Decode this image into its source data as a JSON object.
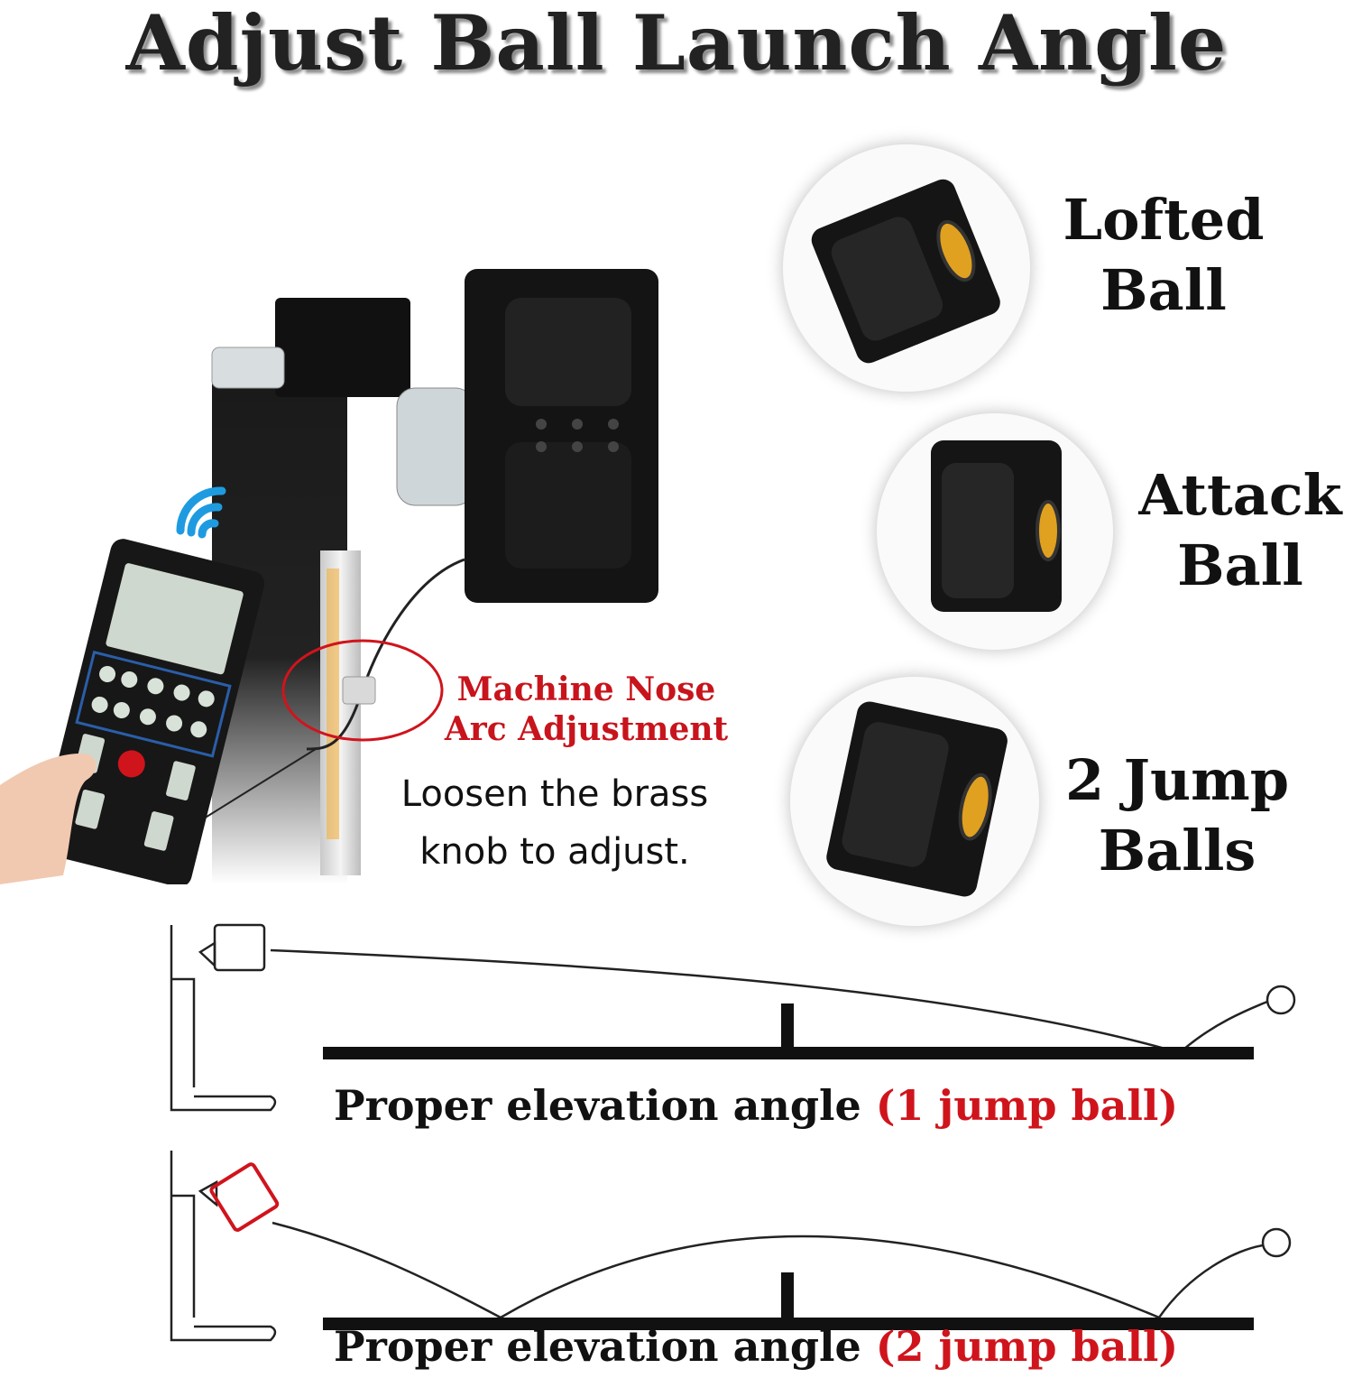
{
  "title": "Adjust Ball Launch Angle",
  "modes": [
    {
      "line1": "Lofted",
      "line2": "Ball"
    },
    {
      "line1": "Attack",
      "line2": "Ball"
    },
    {
      "line1": "2 Jump",
      "line2": "Balls"
    }
  ],
  "adjustment": {
    "label_line1": "Machine Nose",
    "label_line2": "Arc Adjustment",
    "note_line1": "Loosen the brass",
    "note_line2": "knob to adjust."
  },
  "diagrams": [
    {
      "caption": "Proper elevation angle ",
      "highlight": "(1 jump ball)"
    },
    {
      "caption": "Proper elevation angle ",
      "highlight": "(2 jump ball)"
    }
  ],
  "colors": {
    "accent_red": "#c8141c",
    "machine": "#141414",
    "ball_core": "#e0a020"
  }
}
